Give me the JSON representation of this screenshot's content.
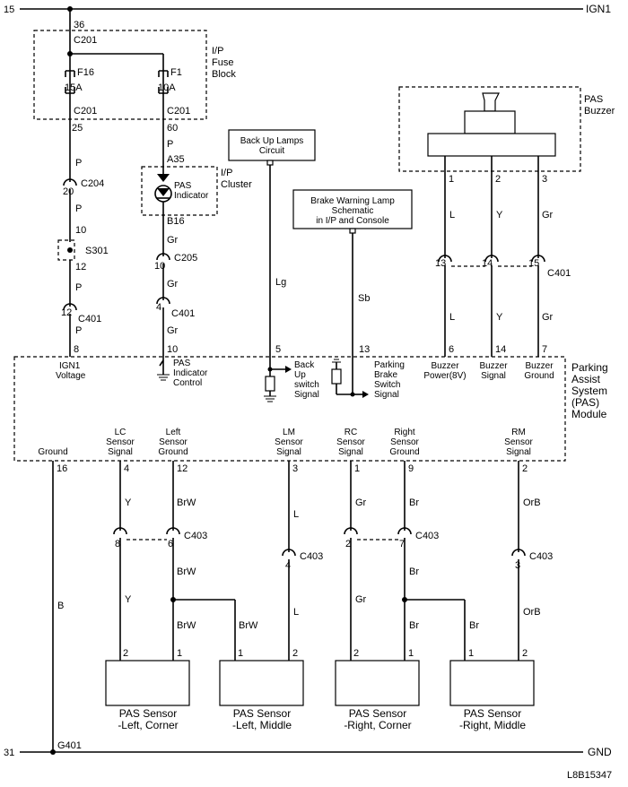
{
  "rails": {
    "top_left_pin": "15",
    "top_label": "IGN1",
    "bottom_left_pin": "31",
    "bottom_label": "GND",
    "ground_point": "G401",
    "figure_id": "L8B15347"
  },
  "fuse_block": {
    "title": [
      "I/P",
      "Fuse",
      "Block"
    ],
    "in_pin": "36",
    "in_conn": "C201",
    "fuse1_name": "F16",
    "fuse1_rating": "15A",
    "fuse2_name": "F1",
    "fuse2_rating": "10A",
    "out1_conn": "C201",
    "out1_pin": "25",
    "out2_conn": "C201",
    "out2_pin": "60"
  },
  "left_wire": {
    "color1": "P",
    "c204_pin": "20",
    "c204_label": "C204",
    "color2": "P",
    "s301_in_pin": "10",
    "s301_label": "S301",
    "s301_out_pin": "12",
    "color3": "P",
    "c401_pin": "12",
    "c401_label": "C401",
    "color4": "P",
    "module_pin": "8",
    "module_label": [
      "IGN1",
      "Voltage"
    ]
  },
  "indicator_wire": {
    "color1": "P",
    "a35": "A35",
    "indicator_label": [
      "PAS",
      "Indicator"
    ],
    "cluster_label": [
      "I/P",
      "Cluster"
    ],
    "b16": "B16",
    "color2": "Gr",
    "c205_pin": "10",
    "c205_label": "C205",
    "color3": "Gr",
    "c401_pin": "4",
    "c401_label": "C401",
    "color4": "Gr",
    "module_pin": "10",
    "module_label": [
      "PAS",
      "Indicator",
      "Control"
    ]
  },
  "backup": {
    "box_label": [
      "Back Up Lamps",
      "Circuit"
    ],
    "color": "Lg",
    "module_pin": "5",
    "module_label": [
      "Back",
      "Up",
      "switch",
      "Signal"
    ]
  },
  "brake": {
    "box_label": [
      "Brake Warning Lamp",
      "Schematic",
      "in I/P and Console"
    ],
    "color": "Sb",
    "module_pin": "13",
    "module_label": [
      "Parking",
      "Brake",
      "Switch",
      "Signal"
    ]
  },
  "buzzer": {
    "title": [
      "PAS",
      "Buzzer"
    ],
    "pins": [
      "1",
      "2",
      "3"
    ],
    "colors_top": [
      "L",
      "Y",
      "Gr"
    ],
    "c401_pins": [
      "13",
      "14",
      "15"
    ],
    "c401_label": "C401",
    "colors_bottom": [
      "L",
      "Y",
      "Gr"
    ],
    "module_pins": [
      "6",
      "14",
      "7"
    ],
    "module_labels": [
      [
        "Buzzer",
        "Power(8V)"
      ],
      [
        "Buzzer",
        "Signal"
      ],
      [
        "Buzzer",
        "Ground"
      ]
    ]
  },
  "module": {
    "title": [
      "Parking",
      "Assist",
      "System",
      "(PAS)",
      "Module"
    ]
  },
  "sensors_top": {
    "ground": {
      "label": [
        "Ground"
      ],
      "pin": "16",
      "color": "B"
    },
    "lc": {
      "label": [
        "LC",
        "Sensor",
        "Signal"
      ],
      "pin": "4",
      "color1": "Y",
      "c403_pin": "8",
      "color2": "Y"
    },
    "lg": {
      "label": [
        "Left",
        "Sensor",
        "Ground"
      ],
      "pin": "12",
      "color1": "BrW",
      "c403_pin": "6",
      "color2": "BrW",
      "color3": "BrW",
      "color4": "BrW"
    },
    "c403_left_label": "C403",
    "lm": {
      "label": [
        "LM",
        "Sensor",
        "Signal"
      ],
      "pin": "3",
      "color1": "L",
      "c403_pin": "4",
      "c403_label": "C403",
      "color2": "L"
    },
    "rc": {
      "label": [
        "RC",
        "Sensor",
        "Signal"
      ],
      "pin": "1",
      "color1": "Gr",
      "c403_pin": "2",
      "color2": "Gr"
    },
    "rg": {
      "label": [
        "Right",
        "Sensor",
        "Ground"
      ],
      "pin": "9",
      "color1": "Br",
      "c403_pin": "7",
      "color2": "Br",
      "color3": "Br",
      "color4": "Br"
    },
    "c403_right_label": "C403",
    "rm": {
      "label": [
        "RM",
        "Sensor",
        "Signal"
      ],
      "pin": "2",
      "color1": "OrB",
      "c403_pin": "3",
      "c403_label": "C403",
      "color2": "OrB"
    }
  },
  "sensor_boxes": [
    {
      "pin_a": "2",
      "pin_b": "1",
      "label": [
        "PAS Sensor",
        "-Left, Corner"
      ]
    },
    {
      "pin_a": "1",
      "pin_b": "2",
      "label": [
        "PAS Sensor",
        "-Left, Middle"
      ]
    },
    {
      "pin_a": "2",
      "pin_b": "1",
      "label": [
        "PAS Sensor",
        "-Right, Corner"
      ]
    },
    {
      "pin_a": "1",
      "pin_b": "2",
      "label": [
        "PAS Sensor",
        "-Right, Middle"
      ]
    }
  ]
}
